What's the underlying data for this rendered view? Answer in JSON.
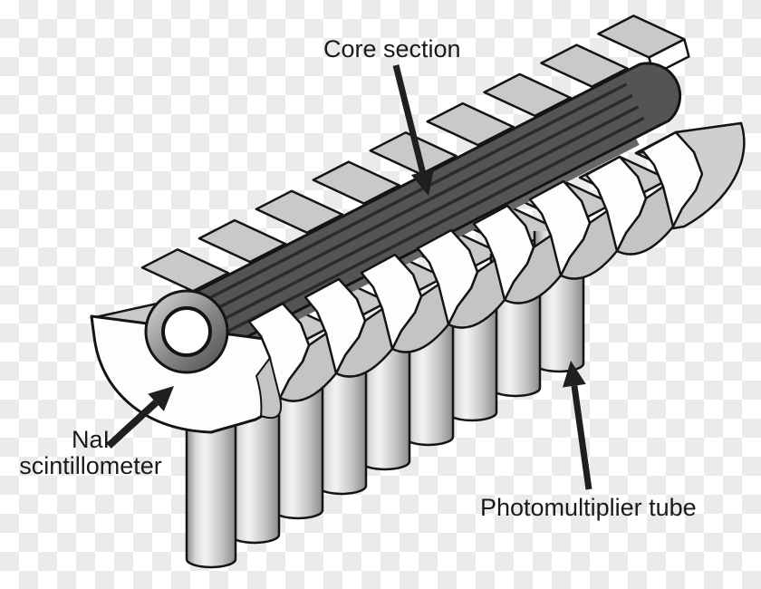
{
  "title": "Core scanner diagram",
  "labels": {
    "core_section": "Core section",
    "scintillometer_line1": "NaI",
    "scintillometer_line2": "scintillometer",
    "photomultiplier": "Photomultiplier tube"
  },
  "counts": {
    "detector_steps": 9,
    "chevron_faces": 8,
    "photomultiplier_tubes": 9
  },
  "colors": {
    "checker_light": "#ffffff",
    "checker_dark": "#ebebeb",
    "ink": "#1a1a1a",
    "outline": "#141414",
    "core_body": "#545454",
    "core_stripe": "#2b2b2b",
    "notch_shadow": "#666666",
    "detector_top": "#c9c9c9",
    "detector_hull": "#c4c4c4",
    "detector_side": "#cfcfcf",
    "detector_face": "#fdfdfd",
    "ring_light": "#dedede",
    "ring_mid": "#8c8c8c",
    "ring_dark": "#4a4a4a",
    "ring_hole": "#ffffff",
    "tube_edge": "#8a8a8a",
    "tube_mid": "#d8d8d8",
    "tube_highlight": "#f4f4f4",
    "tube_shade": "#c4c4c4",
    "arrow": "#1f1f1f"
  }
}
